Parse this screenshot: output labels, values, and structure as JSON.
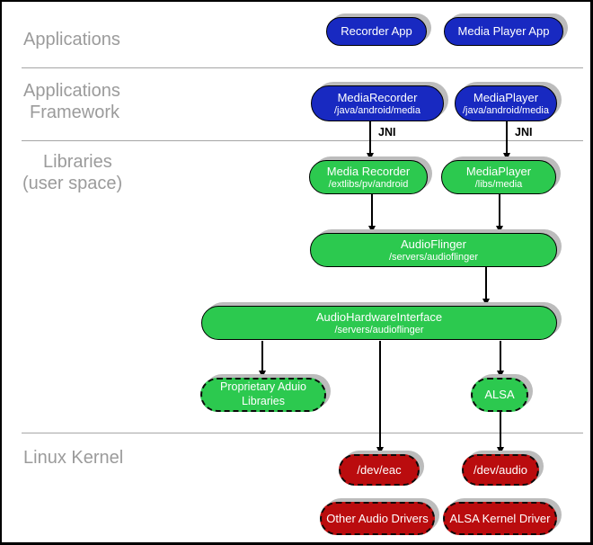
{
  "sections": {
    "applications": {
      "label": "Applications"
    },
    "framework": {
      "line1": "Applications",
      "line2": "Framework"
    },
    "libraries": {
      "line1": "Libraries",
      "line2": "(user space)"
    },
    "kernel": {
      "label": "Linux Kernel"
    }
  },
  "nodes": {
    "recorder_app": {
      "label": "Recorder App"
    },
    "media_player_app": {
      "label": "Media Player App"
    },
    "media_recorder_fw": {
      "label": "MediaRecorder",
      "sublabel": "/java/android/media"
    },
    "media_player_fw": {
      "label": "MediaPlayer",
      "sublabel": "/java/android/media"
    },
    "media_recorder_lib": {
      "label": "Media Recorder",
      "sublabel": "/extlibs/pv/android"
    },
    "media_player_lib": {
      "label": "MediaPlayer",
      "sublabel": "/libs/media"
    },
    "audioflinger": {
      "label": "AudioFlinger",
      "sublabel": "/servers/audioflinger"
    },
    "audio_hardware_interface": {
      "label": "AudioHardwareInterface",
      "sublabel": "/servers/audioflinger"
    },
    "proprietary_audio_libraries": {
      "label": "Proprietary Aduio",
      "label2": "Libraries"
    },
    "alsa": {
      "label": "ALSA"
    },
    "dev_eac": {
      "label": "/dev/eac"
    },
    "dev_audio": {
      "label": "/dev/audio"
    },
    "other_audio_drivers": {
      "label": "Other Audio Drivers"
    },
    "alsa_kernel_driver": {
      "label": "ALSA Kernel Driver"
    }
  },
  "connectors": {
    "jni_left": "JNI",
    "jni_right": "JNI"
  },
  "colors": {
    "framework_blue": "#1829c1",
    "userspace_green": "#2cc94f",
    "kernel_red": "#ba0c0e",
    "shadow_gray": "#bcbcbc",
    "section_label_gray": "#9b9b9b",
    "divider_gray": "#a6a6a6"
  }
}
